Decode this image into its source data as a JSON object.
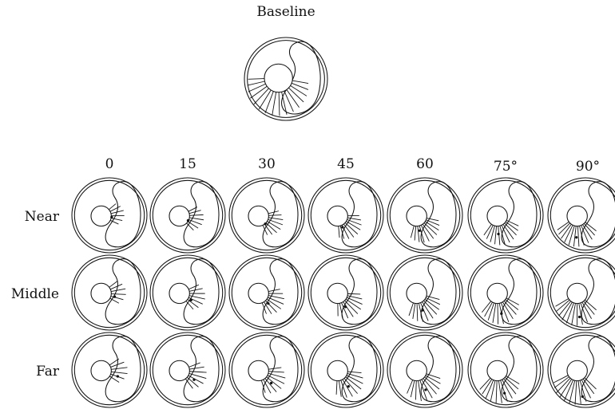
{
  "title": "Baseline",
  "columns": [
    "0",
    "15",
    "30",
    "45",
    "60",
    "75°",
    "90°"
  ],
  "rows": [
    "Near",
    "Middle",
    "Far"
  ],
  "colors": {
    "stroke": "#111111",
    "background": "#ffffff"
  }
}
